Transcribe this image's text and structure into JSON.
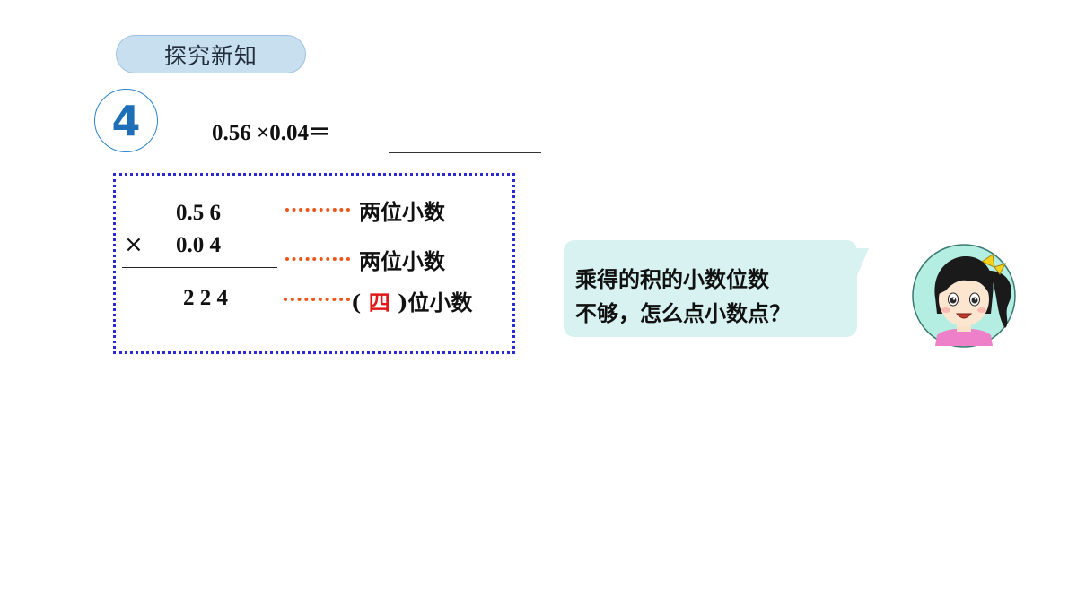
{
  "header": {
    "badge_label": "探究新知"
  },
  "example": {
    "number": "4",
    "equation": "0.56 ×0.04＝"
  },
  "calculation": {
    "multiplicand": "0.5 6",
    "times_sign": "×",
    "multiplier": "0.0 4",
    "product": "2 2 4",
    "notes": {
      "multiplicand_note": "两位小数",
      "multiplier_note": "两位小数",
      "product_open": "(",
      "product_fill": "四",
      "product_close": ")位小数"
    }
  },
  "bubble": {
    "line1": "乘得的积的小数位数",
    "line2": "不够，怎么点小数点？"
  },
  "colors": {
    "badge_bg": "#c8dff0",
    "circle_number": "#1f6fb8",
    "box_border": "#2a2ad0",
    "leader_dots": "#e8581a",
    "answer_fill": "#e01818",
    "bubble_bg": "#d7f2f1"
  }
}
